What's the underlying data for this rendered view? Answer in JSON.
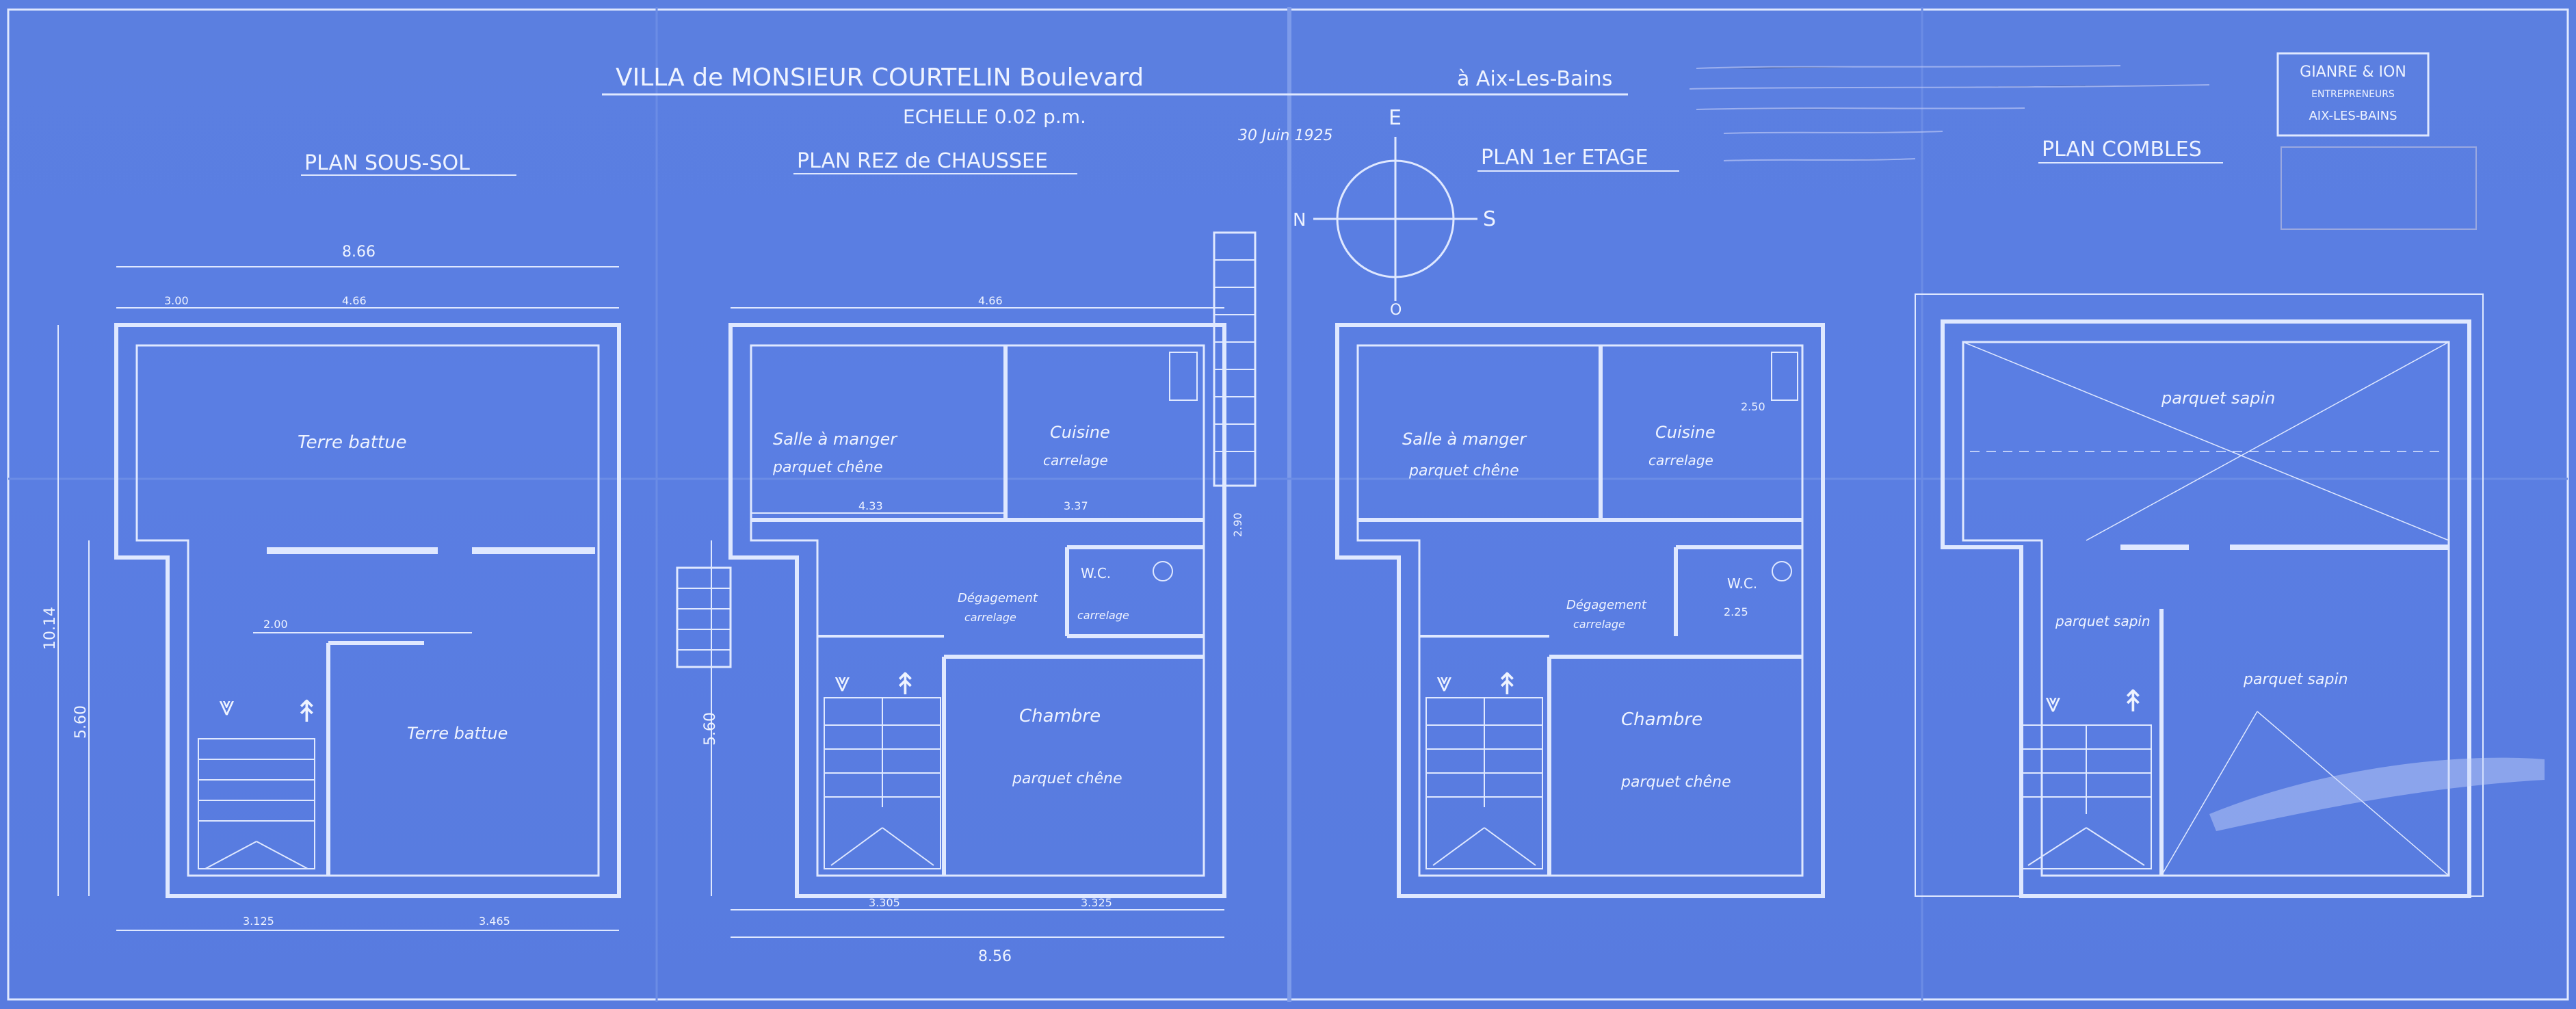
{
  "title": {
    "main": "VILLA de MONSIEUR COURTELIN Boulevard",
    "tail": "à Aix-Les-Bains",
    "scale": "ECHELLE 0.02 p.m.",
    "date": "30 Juin 1925"
  },
  "compass": {
    "n": "N",
    "e": "E",
    "s": "S",
    "o": "O"
  },
  "plans": {
    "sous_sol": "PLAN SOUS-SOL",
    "rez": "PLAN REZ de CHAUSSEE",
    "etage": "PLAN 1er ETAGE",
    "combles": "PLAN COMBLES"
  },
  "rooms": {
    "ss_top": "Terre battue",
    "ss_bottom": "Terre battue",
    "rez_salle": "Salle à manger",
    "rez_salle_floor": "parquet chêne",
    "rez_cuisine": "Cuisine",
    "rez_cuisine_floor": "carrelage",
    "rez_wc": "W.C.",
    "rez_wc_floor": "carrelage",
    "rez_deg": "Dégagement",
    "rez_deg_floor": "carrelage",
    "rez_chambre": "Chambre",
    "rez_chambre_floor": "parquet chêne",
    "et_salle": "Salle à manger",
    "et_salle_floor": "parquet chêne",
    "et_cuisine": "Cuisine",
    "et_cuisine_floor": "carrelage",
    "et_wc": "W.C.",
    "et_deg": "Dégagement",
    "et_deg_floor": "carrelage",
    "et_chambre": "Chambre",
    "et_chambre_floor": "parquet chêne",
    "co_top": "parquet sapin",
    "co_left": "parquet sapin",
    "co_right": "parquet sapin"
  },
  "dims": {
    "d856_top": "8.66",
    "d856_bottom": "8.56",
    "d1014": "10.14",
    "d560a": "5.60",
    "d560b": "5.60",
    "d466a": "4.66",
    "d466b": "4.66",
    "d300": "3.00",
    "d200": "2.00",
    "d433": "4.33",
    "d337": "3.37",
    "d225": "2.25",
    "d250": "2.50",
    "d290": "2.90",
    "d3305": "3.305",
    "d3465": "3.465",
    "d3325": "3.325",
    "d3125": "3.125"
  },
  "stamp": {
    "line1": "GIANRE & ION",
    "line2": "ENTREPRENEURS",
    "line3": "AIX-LES-BAINS"
  }
}
